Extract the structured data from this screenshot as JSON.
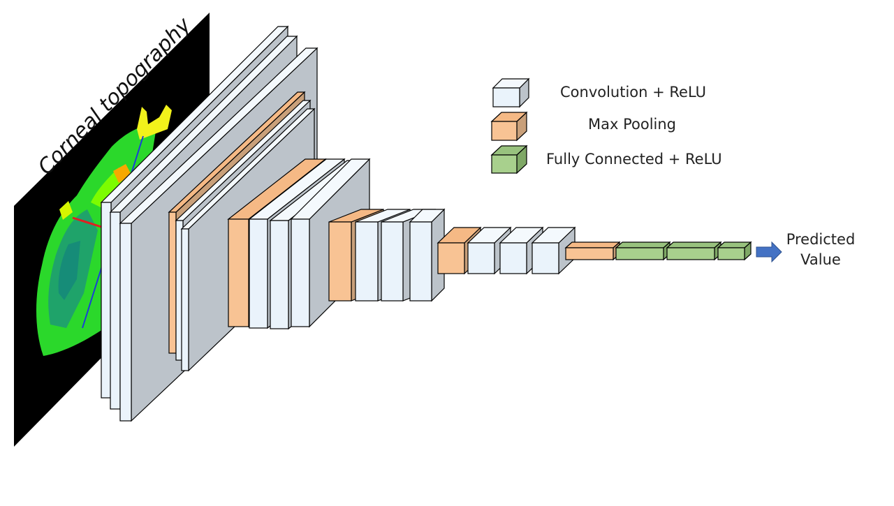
{
  "input_panel": {
    "label": "Corneal topography"
  },
  "legend": {
    "conv": {
      "label": "Convolution + ReLU",
      "color": "#EAF3FB"
    },
    "pool": {
      "label": "Max Pooling",
      "color": "#F8C394"
    },
    "fc": {
      "label": "Fully Connected + ReLU",
      "color": "#A8D08D"
    }
  },
  "output": {
    "line1": "Predicted",
    "line2": "Value",
    "arrow_color": "#4472C4"
  },
  "layers": [
    {
      "name": "conv-layer-1",
      "kind": "conv"
    },
    {
      "name": "conv-layer-2",
      "kind": "conv"
    },
    {
      "name": "conv-layer-3",
      "kind": "conv"
    },
    {
      "name": "pool-layer-1",
      "kind": "pool"
    },
    {
      "name": "conv-layer-4",
      "kind": "conv"
    },
    {
      "name": "conv-layer-5",
      "kind": "conv"
    },
    {
      "name": "pool-layer-2",
      "kind": "pool"
    },
    {
      "name": "conv-layer-6",
      "kind": "conv"
    },
    {
      "name": "conv-layer-7",
      "kind": "conv"
    },
    {
      "name": "conv-layer-8",
      "kind": "conv"
    },
    {
      "name": "pool-layer-3",
      "kind": "pool"
    },
    {
      "name": "conv-layer-9",
      "kind": "conv"
    },
    {
      "name": "conv-layer-10",
      "kind": "conv"
    },
    {
      "name": "conv-layer-11",
      "kind": "conv"
    },
    {
      "name": "pool-layer-4",
      "kind": "pool"
    },
    {
      "name": "conv-layer-12",
      "kind": "conv"
    },
    {
      "name": "conv-layer-13",
      "kind": "conv"
    },
    {
      "name": "conv-layer-14",
      "kind": "conv"
    },
    {
      "name": "pool-layer-5",
      "kind": "pool"
    },
    {
      "name": "fc-layer-1",
      "kind": "fc"
    },
    {
      "name": "fc-layer-2",
      "kind": "fc"
    },
    {
      "name": "fc-layer-3",
      "kind": "fc"
    }
  ]
}
